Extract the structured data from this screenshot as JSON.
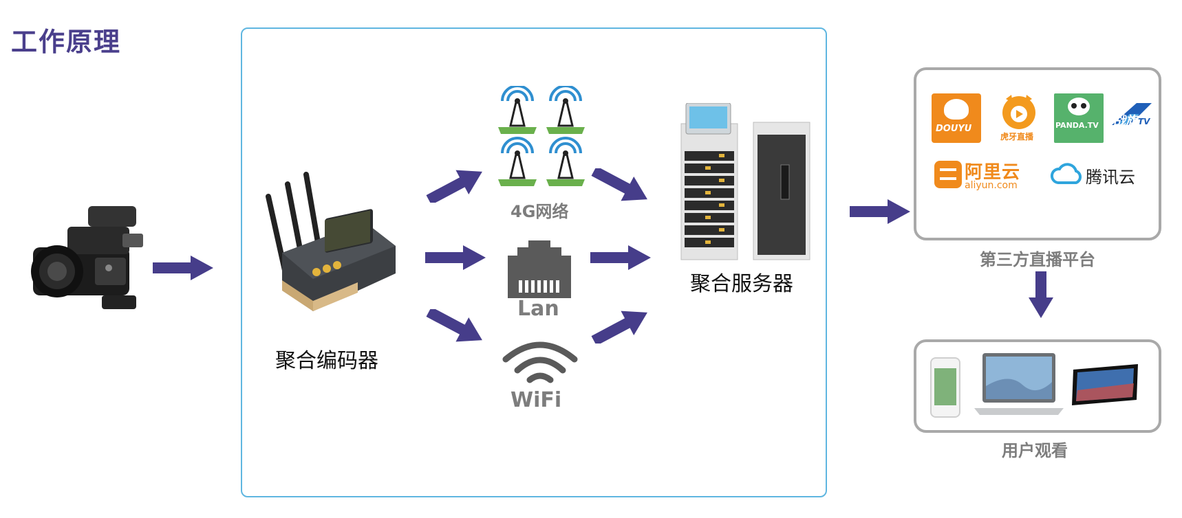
{
  "title": "工作原理",
  "encoder_label": "聚合编码器",
  "network": {
    "g4_label": "4G网络",
    "lan_label": "Lan",
    "wifi_label": "WiFi"
  },
  "server_label": "聚合服务器",
  "platforms": {
    "caption": "第三方直播平台",
    "logos": {
      "douyu": "DOUYU",
      "huya": "虎牙直播",
      "panda": "PANDA.TV",
      "zhanqi_cn": "战旗",
      "zhanqi_tv": "TV",
      "aliyun_name": "阿里云",
      "aliyun_url": "aliyun.com",
      "tencent": "腾讯云"
    }
  },
  "viewers_caption": "用户观看",
  "colors": {
    "title": "#4a3f8c",
    "arrow": "#463d8a",
    "frame": "#5fb6e0",
    "box_border": "#a9a9a9",
    "gray_text": "#7d7d7d"
  }
}
